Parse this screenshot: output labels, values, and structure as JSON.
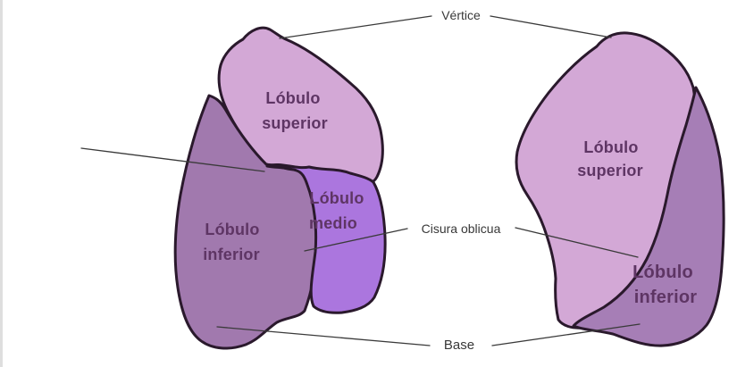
{
  "diagram": {
    "annotations": {
      "vertice": "Vértice",
      "cisura_oblicua": "Cisura oblicua",
      "base": "Base"
    },
    "left_lung": {
      "superior_line1": "Lóbulo",
      "superior_line2": "superior",
      "medio_line1": "Lóbulo",
      "medio_line2": "medio",
      "inferior_line1": "Lóbulo",
      "inferior_line2": "inferior"
    },
    "right_lung": {
      "superior_line1": "Lóbulo",
      "superior_line2": "superior",
      "inferior_line1": "Lóbulo",
      "inferior_line2": "inferior"
    },
    "colors": {
      "background": "#ffffff",
      "superior_lobe": "#d3a8d6",
      "middle_lobe": "#ab76de",
      "left_inferior_lobe": "#a179ae",
      "right_inferior_lobe": "#a67eb6",
      "outline": "#2a192c",
      "annotation_text": "#383838",
      "lobe_text": "#5e3564",
      "leader_line": "#3a3a3a"
    }
  }
}
